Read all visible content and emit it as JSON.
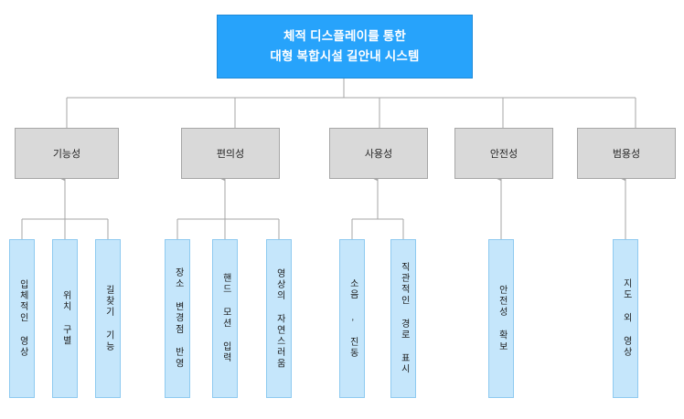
{
  "diagram": {
    "type": "org-tree",
    "title_lines": [
      "체적 디스플레이를 통한",
      "대형 복합시설 길안내 시스템"
    ],
    "colors": {
      "root_fill": "#27a3fb",
      "root_border": "#1f8ad8",
      "root_text": "#ffffff",
      "category_fill": "#d9d9d9",
      "category_border": "#a6a6a6",
      "leaf_fill": "#c5e6fb",
      "leaf_border": "#8ecaf0",
      "connector": "#a6a6a6",
      "background": "#ffffff"
    },
    "root": {
      "label": "체적 디스플레이를 통한 대형 복합시설 길안내 시스템"
    },
    "categories": [
      {
        "id": "functionality",
        "label": "기능성",
        "children": [
          {
            "id": "stereo-image",
            "label": "입체적인 영상"
          },
          {
            "id": "location-id",
            "label": "위치 구별"
          },
          {
            "id": "wayfinding",
            "label": "길찾기 기능"
          }
        ]
      },
      {
        "id": "convenience",
        "label": "편의성",
        "children": [
          {
            "id": "place-change",
            "label": "장소 변경점 반영"
          },
          {
            "id": "hand-motion",
            "label": "핸드 모션 입력"
          },
          {
            "id": "image-natural",
            "label": "영상의 자연스러움"
          }
        ]
      },
      {
        "id": "usability",
        "label": "사용성",
        "children": [
          {
            "id": "noise-vibration",
            "label": "소음 , 진동"
          },
          {
            "id": "intuitive-route",
            "label": "직관적인 경로 표시"
          }
        ]
      },
      {
        "id": "safety",
        "label": "안전성",
        "children": [
          {
            "id": "secure-safety",
            "label": "안전성 확보"
          }
        ]
      },
      {
        "id": "versatility",
        "label": "범용성",
        "children": [
          {
            "id": "non-map-image",
            "label": "지도 외 영상"
          }
        ]
      }
    ]
  }
}
